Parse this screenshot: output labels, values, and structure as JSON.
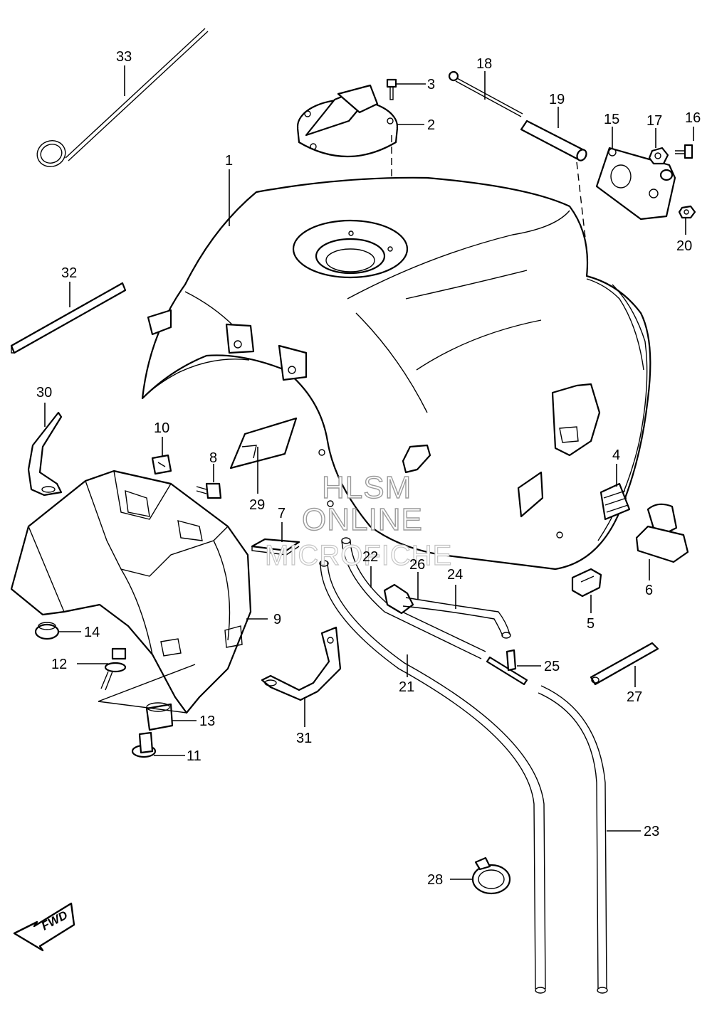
{
  "diagram": {
    "callouts": [
      {
        "id": "1",
        "label": "1"
      },
      {
        "id": "2",
        "label": "2"
      },
      {
        "id": "3",
        "label": "3"
      },
      {
        "id": "4",
        "label": "4"
      },
      {
        "id": "5",
        "label": "5"
      },
      {
        "id": "6",
        "label": "6"
      },
      {
        "id": "7",
        "label": "7"
      },
      {
        "id": "8",
        "label": "8"
      },
      {
        "id": "9",
        "label": "9"
      },
      {
        "id": "10",
        "label": "10"
      },
      {
        "id": "11",
        "label": "11"
      },
      {
        "id": "12",
        "label": "12"
      },
      {
        "id": "13",
        "label": "13"
      },
      {
        "id": "14",
        "label": "14"
      },
      {
        "id": "15",
        "label": "15"
      },
      {
        "id": "16",
        "label": "16"
      },
      {
        "id": "17",
        "label": "17"
      },
      {
        "id": "18",
        "label": "18"
      },
      {
        "id": "19",
        "label": "19"
      },
      {
        "id": "20",
        "label": "20"
      },
      {
        "id": "21",
        "label": "21"
      },
      {
        "id": "22",
        "label": "22"
      },
      {
        "id": "23",
        "label": "23"
      },
      {
        "id": "24",
        "label": "24"
      },
      {
        "id": "25",
        "label": "25"
      },
      {
        "id": "26",
        "label": "26"
      },
      {
        "id": "27",
        "label": "27"
      },
      {
        "id": "28",
        "label": "28"
      },
      {
        "id": "29",
        "label": "29"
      },
      {
        "id": "30",
        "label": "30"
      },
      {
        "id": "31",
        "label": "31"
      },
      {
        "id": "32",
        "label": "32"
      },
      {
        "id": "33",
        "label": "33"
      }
    ],
    "direction_badge": "FWD",
    "watermark": {
      "line1": "HLSM",
      "line2": "ONLINE",
      "line3": "MICROFICHE"
    }
  }
}
